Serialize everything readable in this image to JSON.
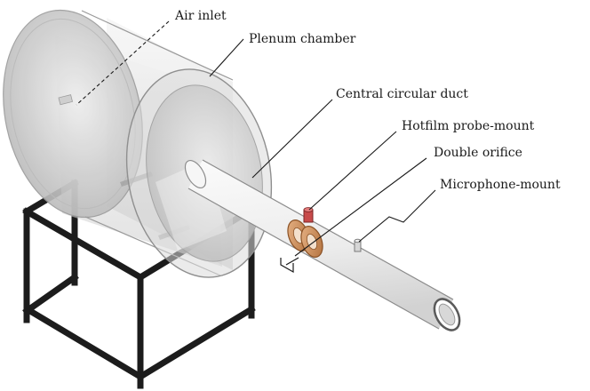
{
  "labels": {
    "air_inlet": "Air inlet",
    "plenum_chamber": "Plenum chamber",
    "central_duct": "Central circular duct",
    "hotfilm_mount": "Hotfilm probe-mount",
    "double_orifice": "Double orifice",
    "microphone_mount": "Microphone-mount"
  },
  "colors": {
    "line": "#1a1a1a",
    "glass": "#cfcfcf",
    "orifice": "#c9864e",
    "probe": "#c84a4a",
    "frame": "#1c1c1c"
  }
}
